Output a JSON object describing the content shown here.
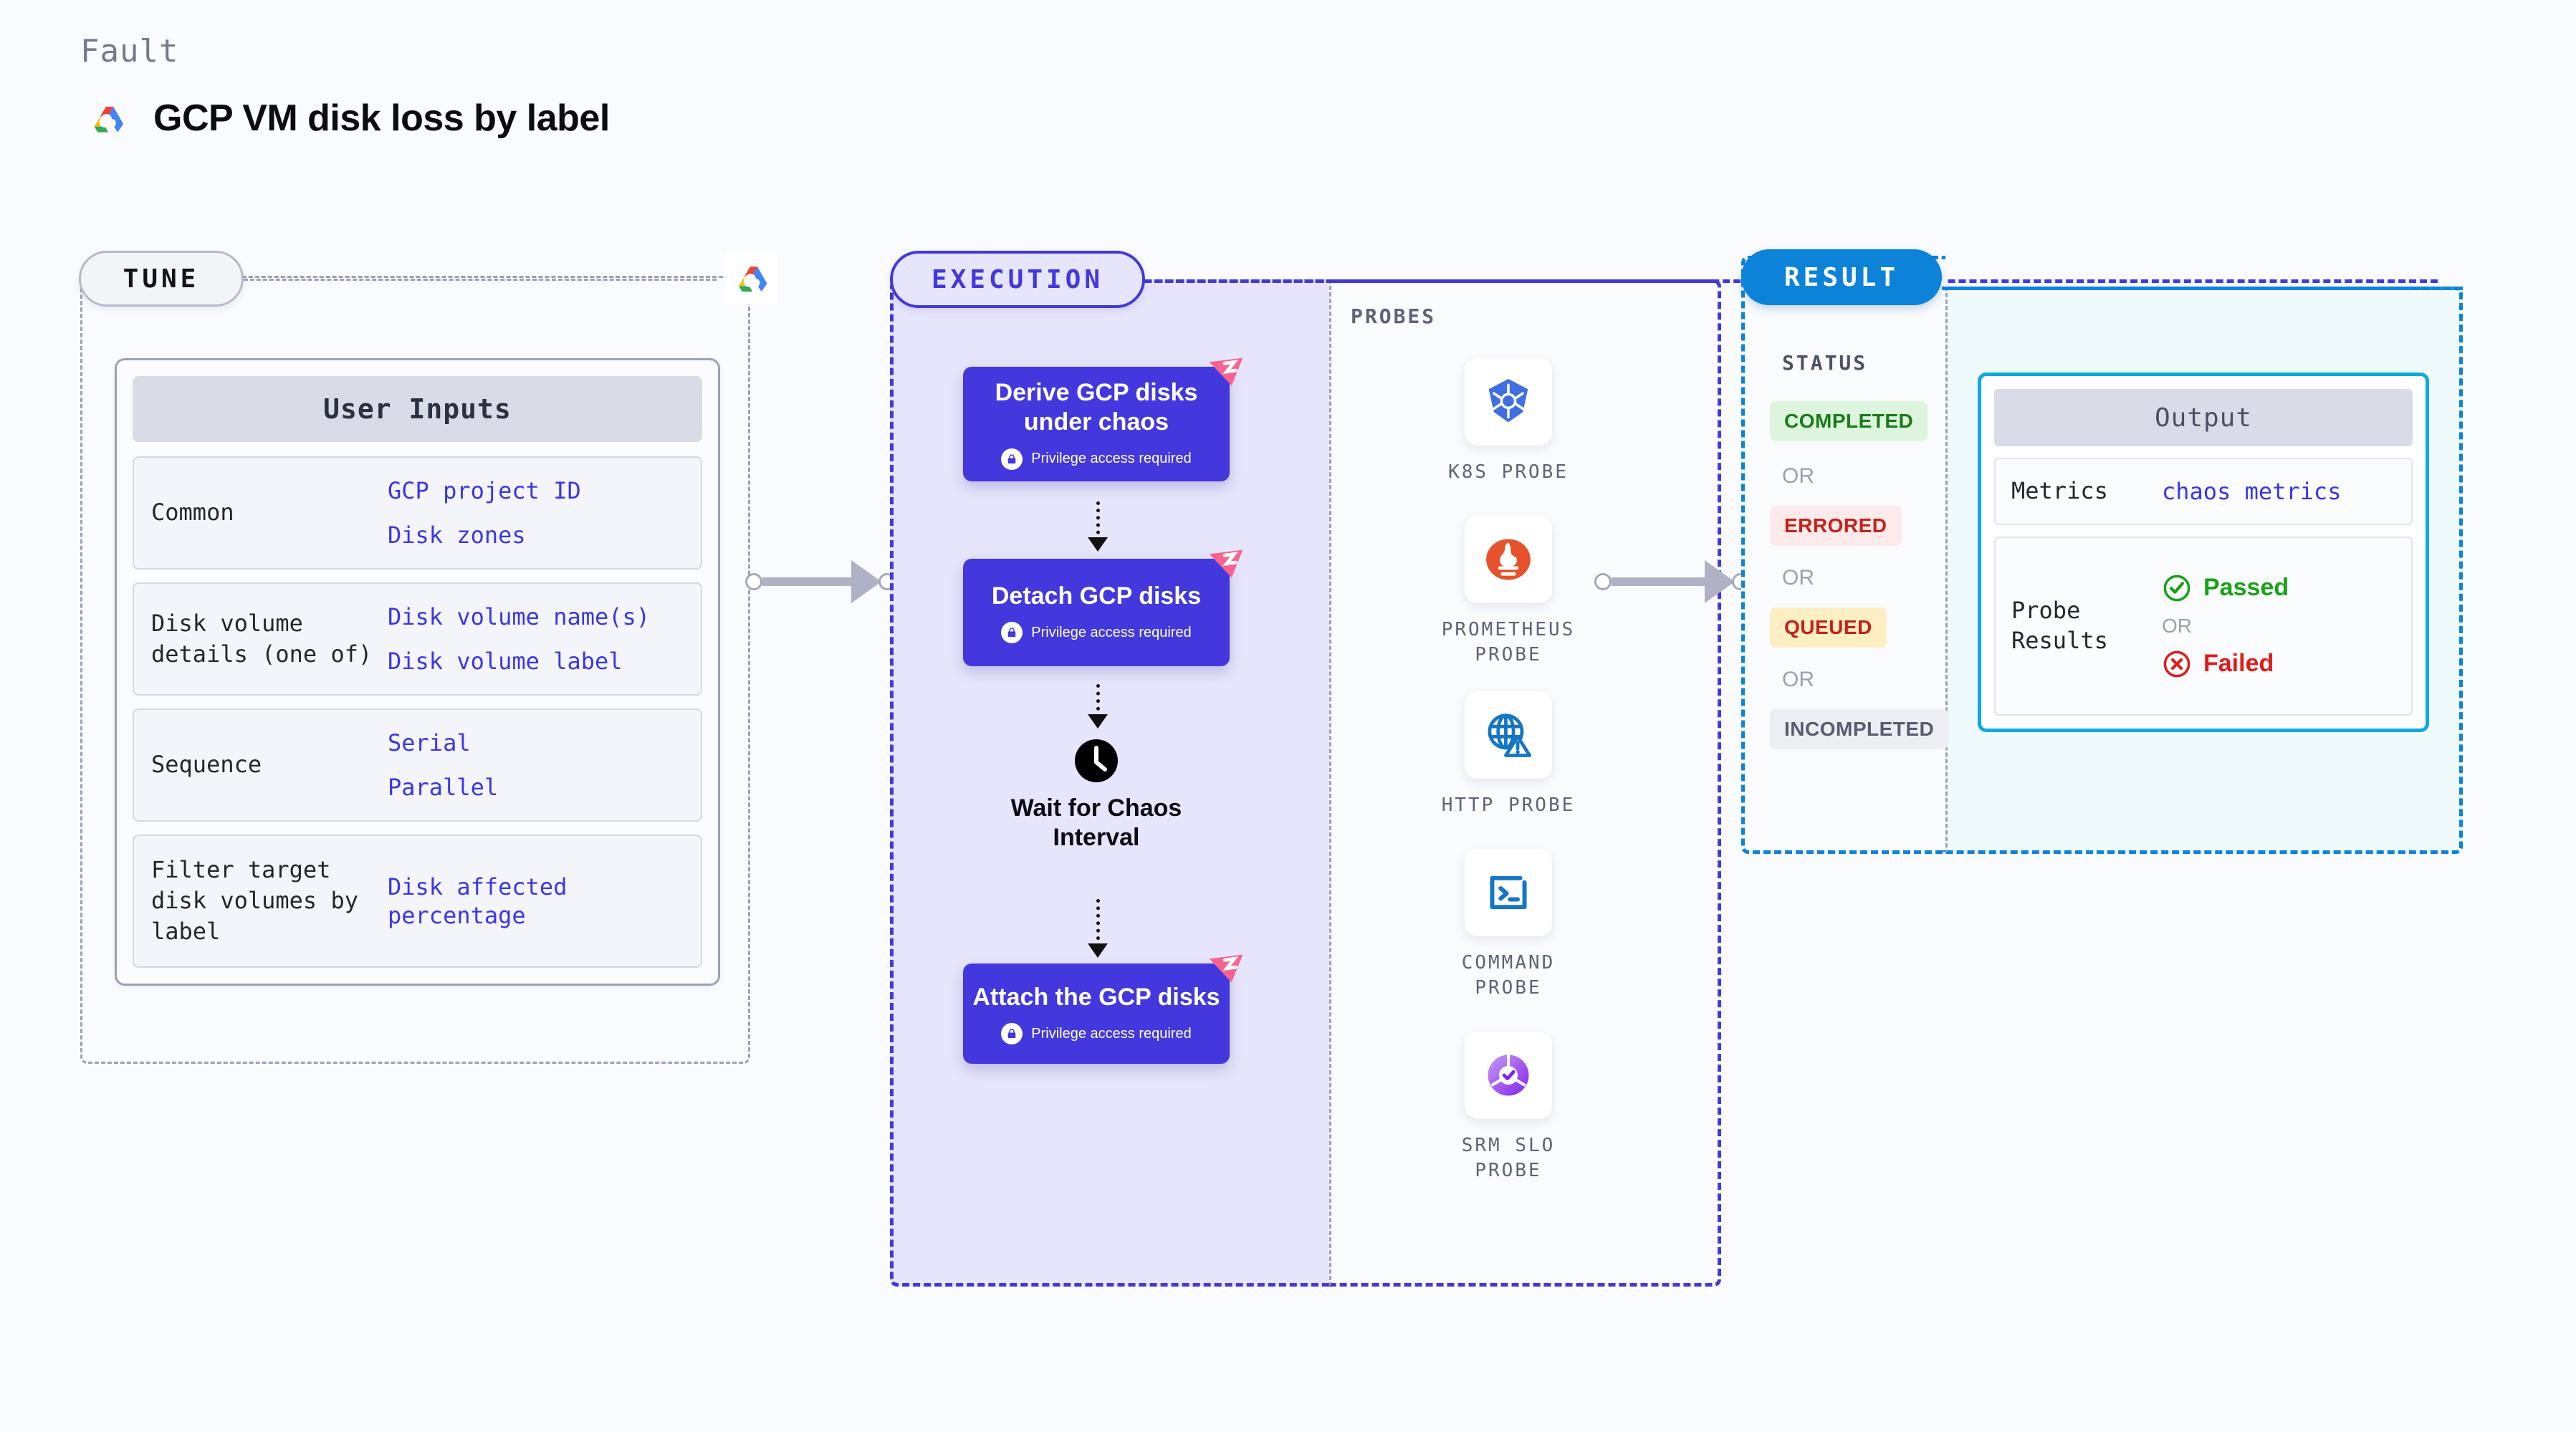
{
  "header": {
    "kicker": "Fault",
    "title": "GCP VM disk loss by label",
    "logo_icon": "gcp-logo-icon"
  },
  "tune": {
    "badge": "TUNE",
    "gcp_icon": "gcp-logo-icon",
    "card_title": "User Inputs",
    "rows": [
      {
        "key": "Common",
        "values": [
          "GCP project ID",
          "Disk zones"
        ]
      },
      {
        "key": "Disk volume details (one of)",
        "values": [
          "Disk volume name(s)",
          "Disk volume label"
        ]
      },
      {
        "key": "Sequence",
        "values": [
          "Serial",
          "Parallel"
        ]
      },
      {
        "key": "Filter target disk volumes by label",
        "values": [
          "Disk affected percentage"
        ]
      }
    ]
  },
  "execution": {
    "badge": "EXECUTION",
    "privilege_note": "Privilege access required",
    "nodes": [
      {
        "title": "Derive GCP disks under chaos",
        "privileged": true,
        "badge_icon": "litmus-chaos-icon"
      },
      {
        "title": "Detach GCP disks",
        "privileged": true,
        "badge_icon": "litmus-chaos-icon"
      },
      {
        "title": "Attach the GCP disks",
        "privileged": true,
        "badge_icon": "litmus-chaos-icon"
      }
    ],
    "wait_node": {
      "label": "Wait for Chaos Interval",
      "icon": "clock-icon"
    }
  },
  "probes": {
    "label": "PROBES",
    "items": [
      {
        "name": "K8S PROBE",
        "icon": "kubernetes-icon"
      },
      {
        "name": "PROMETHEUS PROBE",
        "icon": "prometheus-icon"
      },
      {
        "name": "HTTP PROBE",
        "icon": "http-globe-warning-icon"
      },
      {
        "name": "COMMAND PROBE",
        "icon": "terminal-icon"
      },
      {
        "name": "SRM SLO PROBE",
        "icon": "srm-slo-icon"
      }
    ]
  },
  "result": {
    "badge": "RESULT",
    "status_label": "STATUS",
    "or_label": "OR",
    "statuses": [
      {
        "text": "COMPLETED",
        "color": "#1b7a1b",
        "bg": "#ddf5dd"
      },
      {
        "text": "ERRORED",
        "color": "#c4201a",
        "bg": "#fdeaea"
      },
      {
        "text": "QUEUED",
        "color": "#c4201a",
        "bg": "#fdeec4"
      },
      {
        "text": "INCOMPLETED",
        "color": "#565d6e",
        "bg": "#eceef4"
      }
    ]
  },
  "output": {
    "card_title": "Output",
    "metrics_key": "Metrics",
    "metrics_value": "chaos metrics",
    "probe_results_key": "Probe Results",
    "or_label": "OR",
    "passed": {
      "text": "Passed",
      "color": "#17a217",
      "icon": "check-circle-icon"
    },
    "failed": {
      "text": "Failed",
      "color": "#e01b1b",
      "icon": "x-circle-icon"
    }
  },
  "connectors": [
    {
      "name": "tune-to-execution"
    },
    {
      "name": "execution-to-result"
    }
  ],
  "colors": {
    "background": "#f9fbfe",
    "accent_purple": "#4338dd",
    "accent_blue": "#0c83d9",
    "link_blue": "#3c35e8",
    "pink": "#f9628f"
  }
}
